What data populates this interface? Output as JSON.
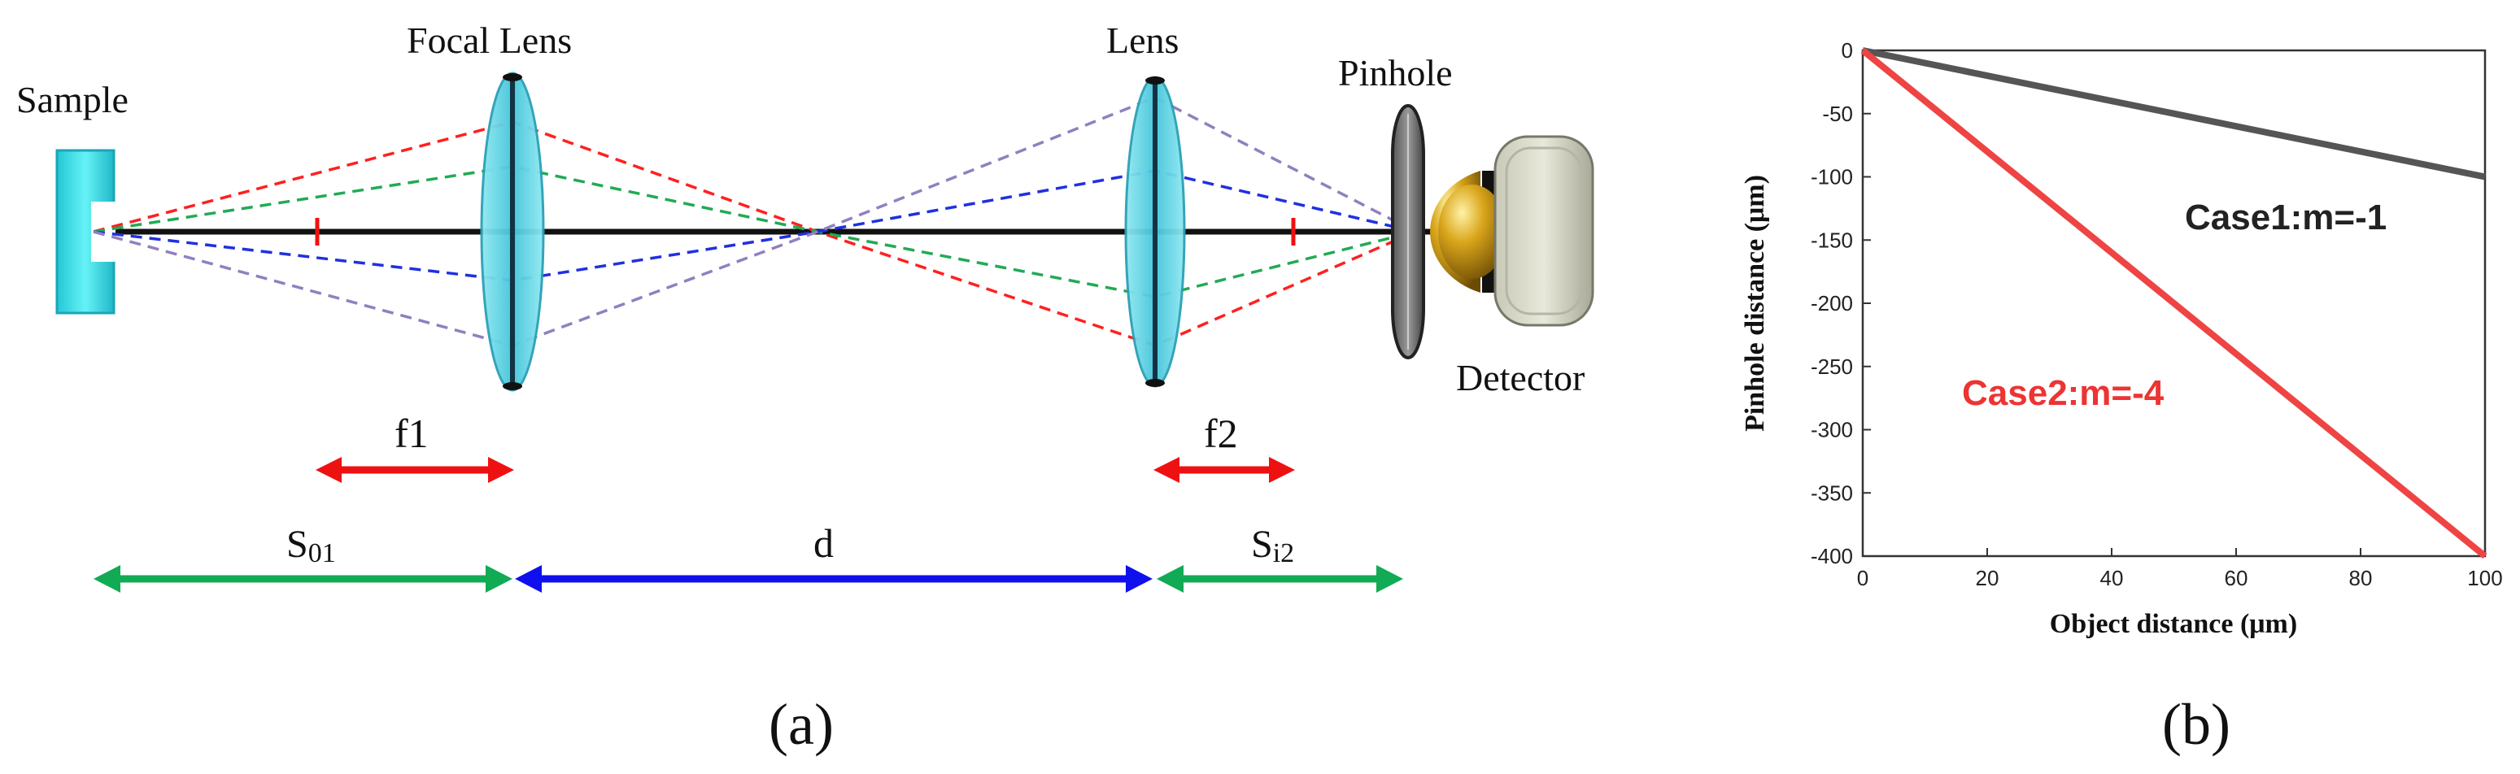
{
  "panel_a": {
    "panel_label": "(a)",
    "labels": {
      "sample": "Sample",
      "focal_lens": "Focal Lens",
      "lens": "Lens",
      "pinhole": "Pinhole",
      "detector": "Detector",
      "f1": "f1",
      "f2": "f2",
      "so1_main": "S",
      "so1_sub": "01",
      "d": "d",
      "si2_main": "S",
      "si2_sub": "i2"
    },
    "colors": {
      "ray_red": "#ff2020",
      "ray_green": "#22aa55",
      "ray_blue": "#2030e0",
      "ray_purple": "#9080c0",
      "arrow_red": "#ee1111",
      "arrow_green": "#11aa55",
      "arrow_blue": "#1010ee",
      "lens_glass": "#5fd8e8",
      "sample_cyan": "#3ee6ee"
    }
  },
  "panel_b": {
    "panel_label": "(b)",
    "chart_data": {
      "type": "line",
      "xlabel": "Object distance (μm)",
      "ylabel": "Pinhole distance (μm)",
      "xlim": [
        0,
        100
      ],
      "ylim": [
        -400,
        0
      ],
      "x_ticks": [
        0,
        20,
        40,
        60,
        80,
        100
      ],
      "y_ticks": [
        0,
        -50,
        -100,
        -150,
        -200,
        -250,
        -300,
        -350,
        -400
      ],
      "x_tick_labels": [
        "0",
        "20",
        "40",
        "60",
        "80",
        "100"
      ],
      "y_tick_labels": [
        "0",
        "-50",
        "-100",
        "-150",
        "-200",
        "-250",
        "-300",
        "-350",
        "-400"
      ],
      "grid": false,
      "series": [
        {
          "name": "Case1:m=-1",
          "color": "#555555",
          "x": [
            0,
            100
          ],
          "y": [
            0,
            -100
          ]
        },
        {
          "name": "Case2:m=-4",
          "color": "#ee4444",
          "x": [
            0,
            100
          ],
          "y": [
            0,
            -400
          ]
        }
      ]
    }
  }
}
